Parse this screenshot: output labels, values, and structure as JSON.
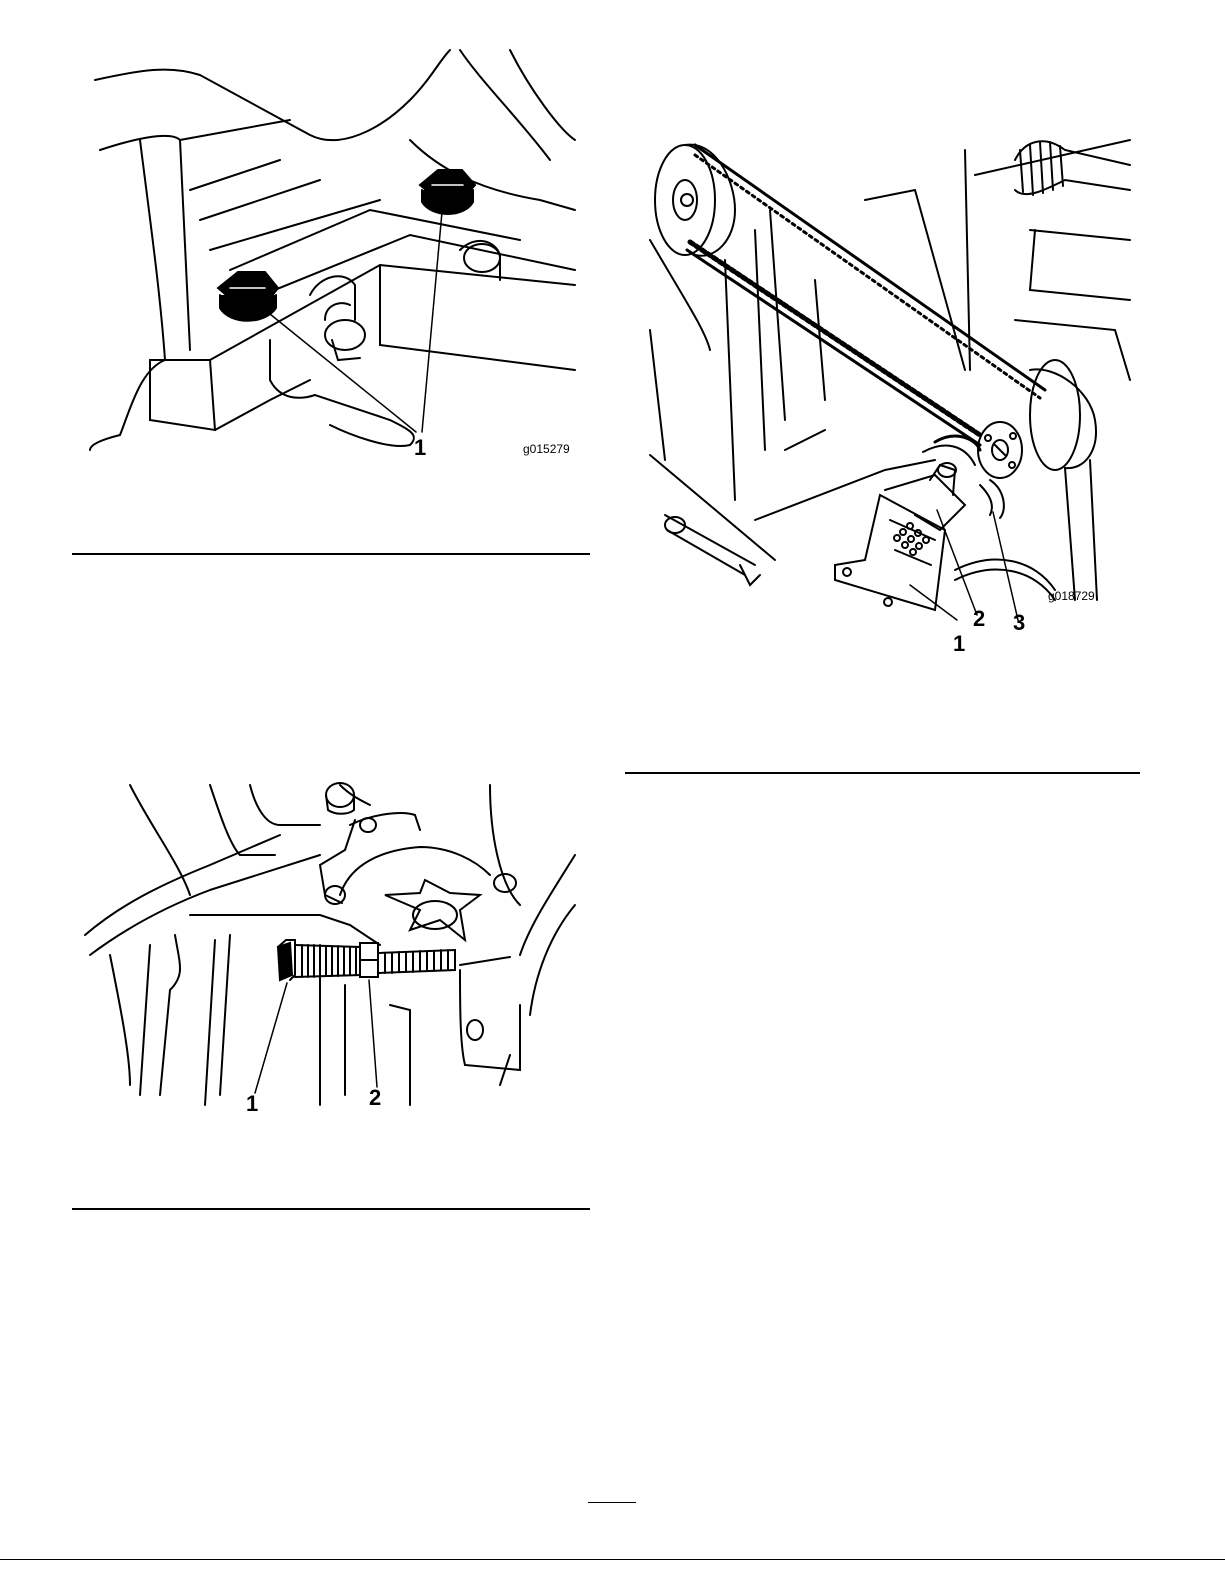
{
  "figures": [
    {
      "id": "g015279",
      "subject": "two hex drain plugs on transmission housing",
      "callouts": [
        "1"
      ]
    },
    {
      "id": "g018729",
      "subject": "drive belt with idler pulley, bracket and spring",
      "callouts": [
        "1",
        "2",
        "3"
      ]
    },
    {
      "id": "",
      "subject": "adjustment bolt and jam nut",
      "callouts": [
        "1",
        "2"
      ]
    }
  ],
  "colors": {
    "ink": "#000000",
    "paper": "#ffffff"
  }
}
